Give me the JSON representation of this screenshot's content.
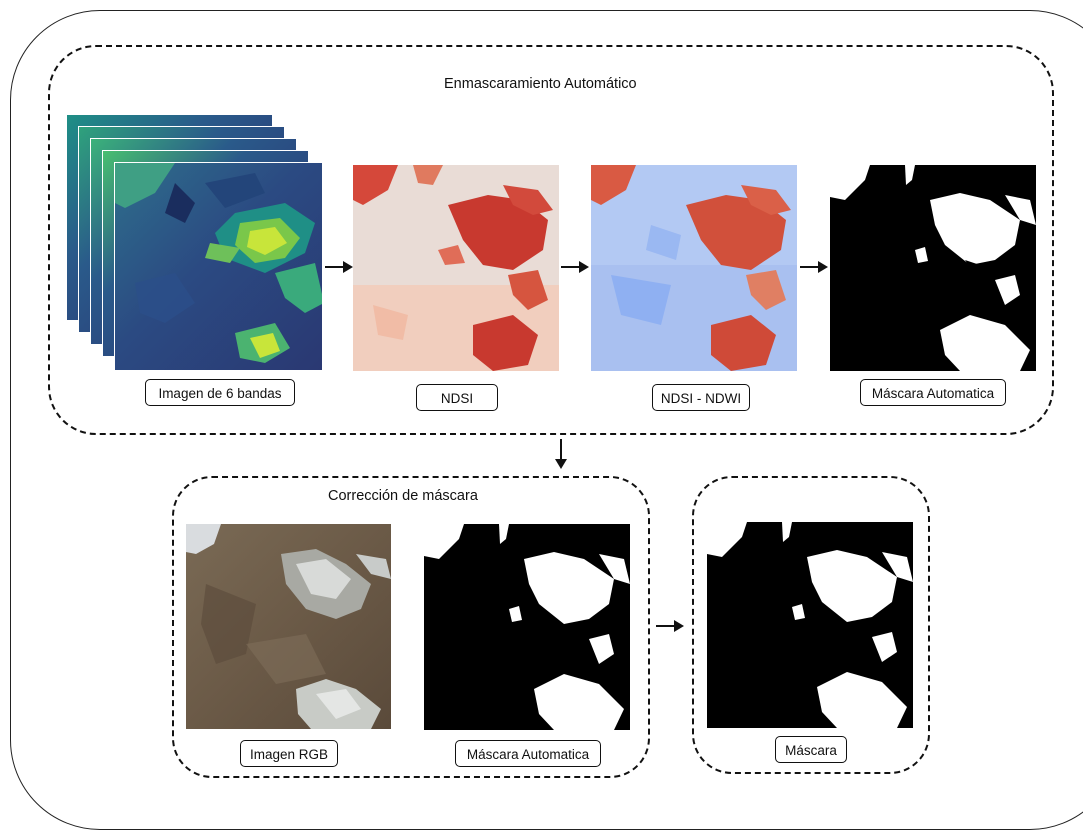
{
  "top_group": {
    "title": "Enmascaramiento Automático"
  },
  "correction_group": {
    "title": "Corrección de máscara"
  },
  "labels": {
    "six_band": "Imagen de 6 bandas",
    "ndsi": "NDSI",
    "ndsi_ndwi": "NDSI - NDWI",
    "auto_mask_top": "Máscara Automatica",
    "rgb": "Imagen RGB",
    "auto_mask_bottom": "Máscara Automatica",
    "final_mask": "Máscara"
  },
  "colors": {
    "band_dark": "#2b3f7a",
    "band_mid": "#1f8f86",
    "band_bright": "#c8e53a",
    "ndsi_low": "#f4cfc0",
    "ndsi_high": "#c8392f",
    "ndwi_low": "#8fb0f2",
    "mask_bg": "#000000",
    "mask_fg": "#ffffff",
    "rgb_base": "#6b5a47"
  }
}
